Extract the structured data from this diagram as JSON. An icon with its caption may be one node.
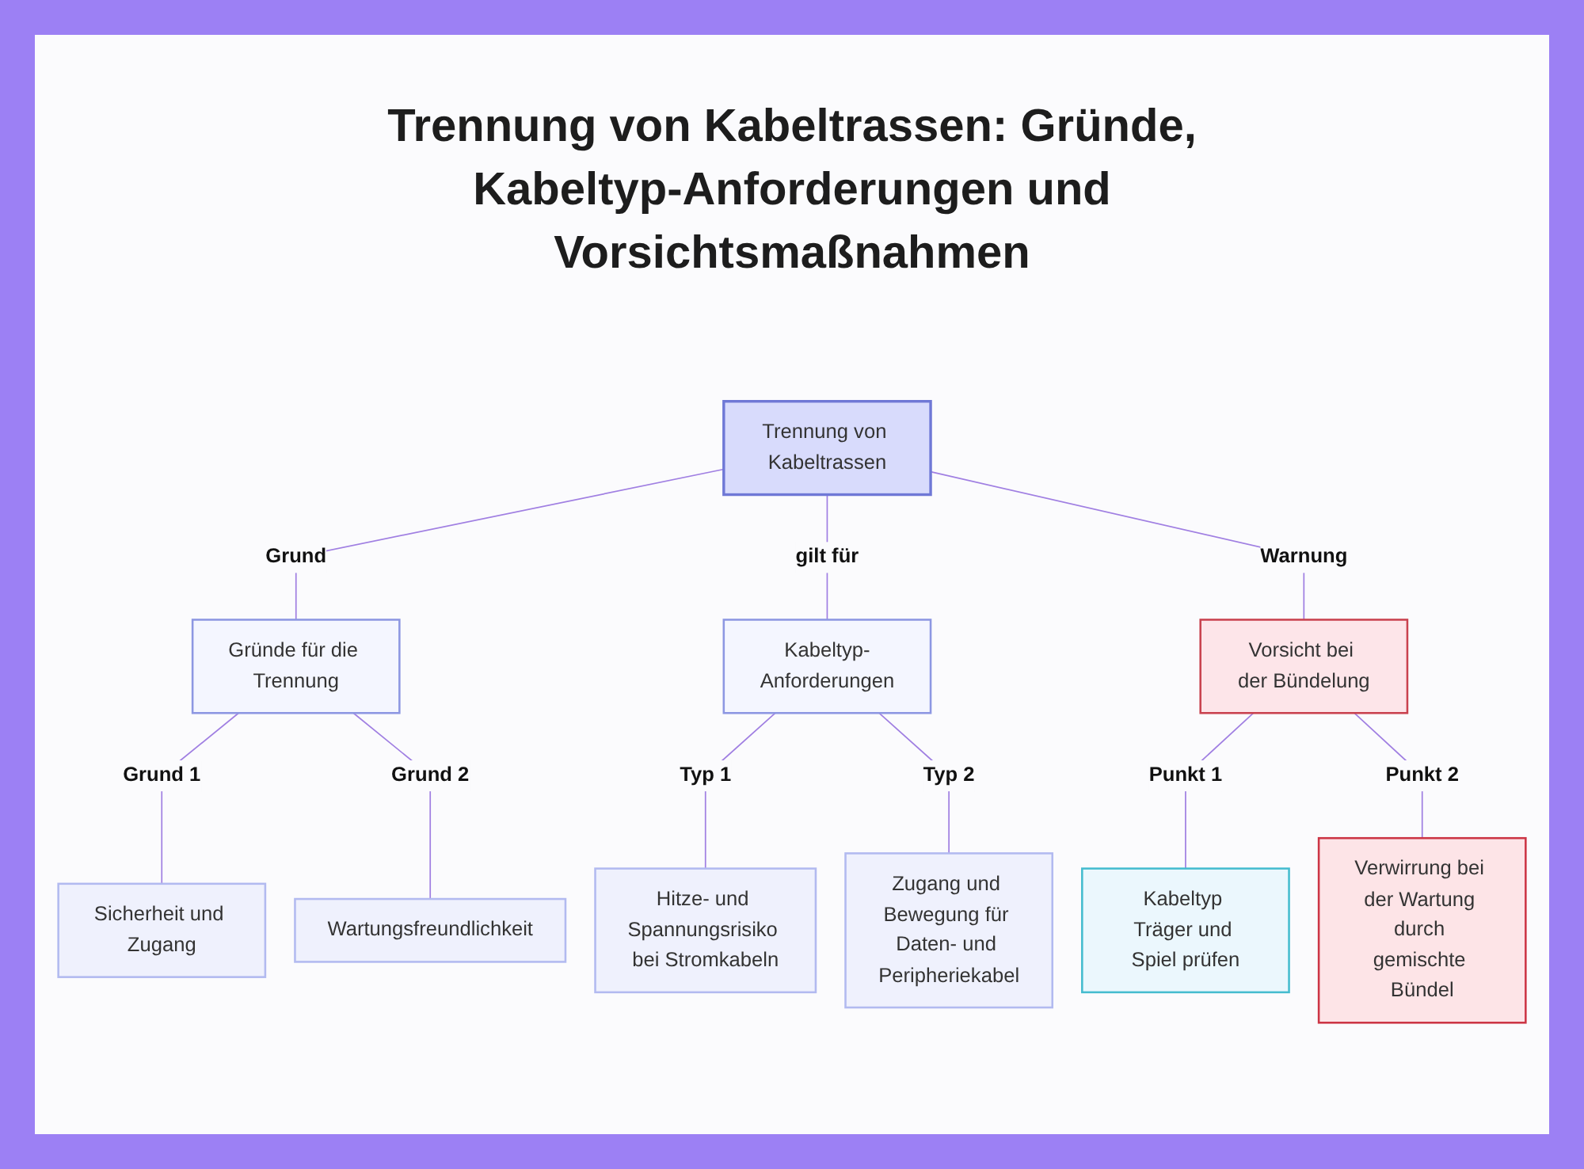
{
  "diagram": {
    "title": "Trennung von Kabeltrassen: Gründe, Kabeltyp-Anforderungen und Vorsichtsmaßnahmen",
    "nodes": [
      {
        "text": [
          "Trennung von Kabeltrassen"
        ]
      },
      {
        "text": [
          "Gründe für die Trennung"
        ]
      },
      {
        "text": [
          "Kabeltyp-Anforderungen"
        ]
      },
      {
        "text": [
          "Vorsicht bei der Bündelung"
        ]
      },
      {
        "text": [
          "Sicherheit und Zugang"
        ]
      },
      {
        "text": [
          "Wartungsfreundlichkeit"
        ]
      },
      {
        "text": [
          "Hitze- und Spannungsrisiko bei Stromkabeln"
        ]
      },
      {
        "text": [
          "Zugang und Bewegung für Daten- und Peripheriekabel"
        ]
      },
      {
        "text": [
          "Kabeltyp Träger und Spiel prüfen"
        ]
      },
      {
        "text": [
          "Verwirrung bei der Wartung durch gemischte Bündel"
        ]
      }
    ],
    "edges": [
      {
        "from": 0,
        "to": 1,
        "arrow": "none",
        "label": "Grund"
      },
      {
        "from": 0,
        "to": 2,
        "arrow": "none",
        "label": "gilt für"
      },
      {
        "from": 0,
        "to": 3,
        "arrow": "none",
        "label": "Warnung"
      },
      {
        "from": 1,
        "to": 4,
        "arrow": "none",
        "label": "Grund 1"
      },
      {
        "from": 1,
        "to": 5,
        "arrow": "none",
        "label": "Grund 2"
      },
      {
        "from": 2,
        "to": 6,
        "arrow": "none",
        "label": "Typ 1"
      },
      {
        "from": 2,
        "to": 7,
        "arrow": "none",
        "label": "Typ 2"
      },
      {
        "from": 3,
        "to": 8,
        "arrow": "none",
        "label": "Punkt 1"
      },
      {
        "from": 3,
        "to": 9,
        "arrow": "none",
        "label": "Punkt 2"
      }
    ]
  }
}
